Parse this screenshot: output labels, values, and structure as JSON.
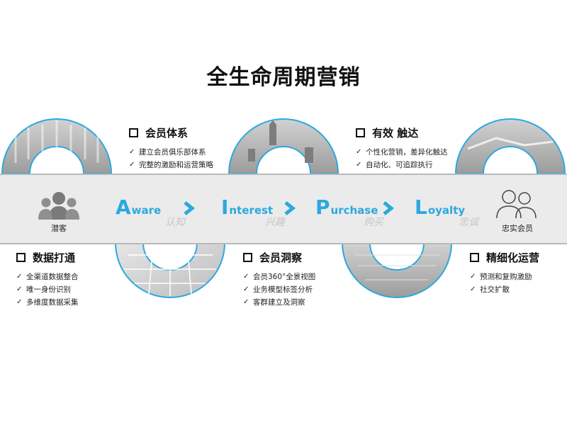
{
  "title": "全生命周期营销",
  "colors": {
    "accent": "#2ba8e0",
    "band": "#ebebeb",
    "watermark": "#c6c6c6"
  },
  "icons": {
    "left": "group-of-people-icon",
    "right": "two-person-outline-icon",
    "arrow": "chevron-right-icon"
  },
  "left_icon_label": "潜客",
  "right_icon_label": "忠实会员",
  "stages": [
    {
      "cap": "A",
      "rest": "ware",
      "cn": "认知"
    },
    {
      "cap": "I",
      "rest": "nterest",
      "cn": "兴趣"
    },
    {
      "cap": "P",
      "rest": "urchase",
      "cn": "购买"
    },
    {
      "cap": "L",
      "rest": "oyalty",
      "cn": "忠诚"
    }
  ],
  "blocks": [
    {
      "title": "会员体系",
      "items": [
        "建立会员俱乐部体系",
        "完整的激励和运营策略"
      ]
    },
    {
      "title": "有效 触达",
      "items": [
        "个性化营销，差异化触达",
        "自动化、可追踪执行"
      ]
    },
    {
      "title": "数据打通",
      "items": [
        "全渠道数据整合",
        "唯一身份识别",
        "多维度数据采集"
      ]
    },
    {
      "title": "会员洞察",
      "items": [
        "会员360°全景视图",
        "业务模型标签分析",
        "客群建立及洞察"
      ]
    },
    {
      "title": "精细化运营",
      "items": [
        "预测和复购激励",
        "社交扩散"
      ]
    }
  ]
}
